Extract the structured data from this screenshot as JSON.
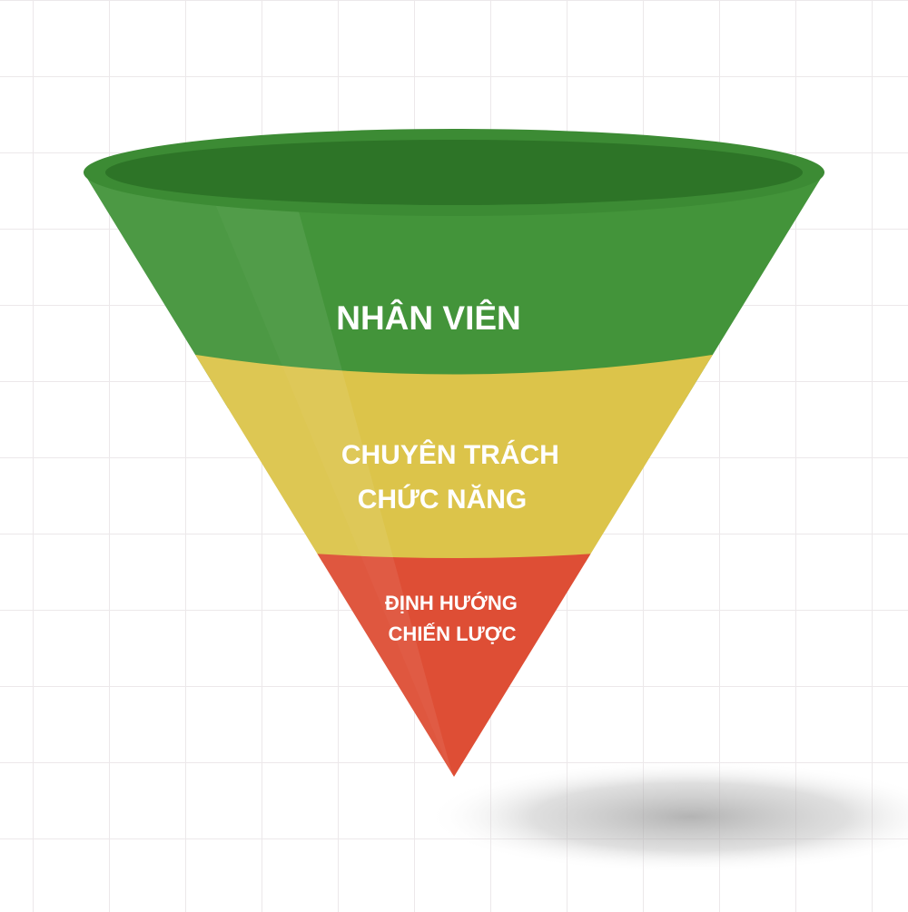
{
  "diagram": {
    "type": "funnel",
    "tiers": [
      {
        "id": "top",
        "lines": [
          "NHÂN VIÊN"
        ],
        "color": "#43943a"
      },
      {
        "id": "middle",
        "lines": [
          "CHUYÊN TRÁCH",
          "CHỨC NĂNG"
        ],
        "color": "#dcc44a"
      },
      {
        "id": "bottom",
        "lines": [
          "ĐỊNH HƯỚNG",
          "CHIẾN LƯỢC"
        ],
        "color": "#de4e35"
      }
    ],
    "colors": {
      "rim": "#3c8b34",
      "rim_inner": "#2d7427",
      "grid": "#ece8ea",
      "shadow": "#b8b8b8"
    }
  }
}
